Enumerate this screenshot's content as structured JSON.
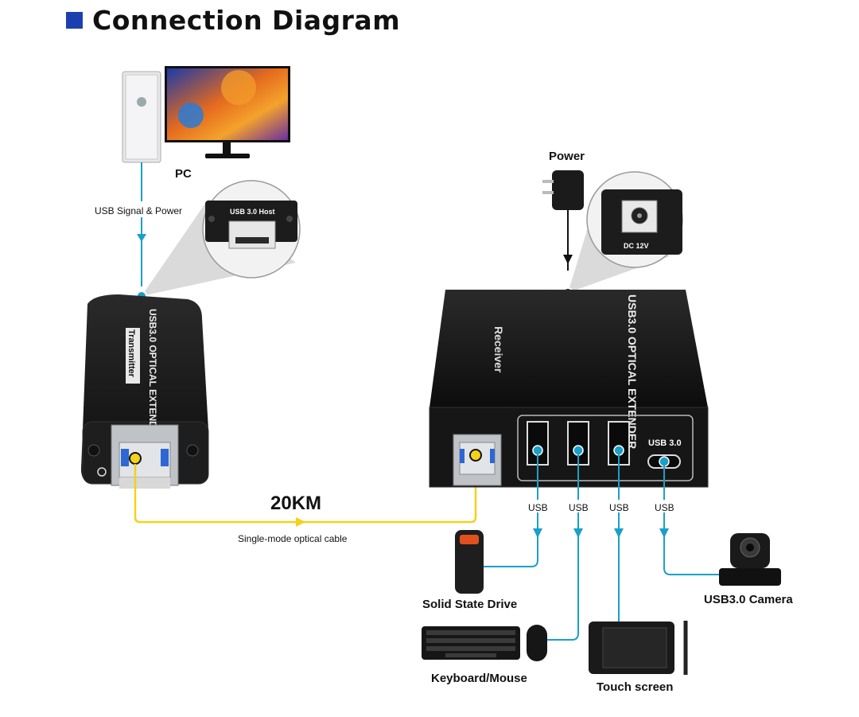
{
  "header": {
    "title": "Connection Diagram",
    "accent_color": "#1c3fb0"
  },
  "pc": {
    "label": "PC",
    "link_label": "USB Signal & Power"
  },
  "transmitter": {
    "model_text": "USB3.0 OPTICAL EXTENDER",
    "role_text": "Transmitter",
    "zoom_label": "USB 3.0 Host"
  },
  "power": {
    "label": "Power",
    "zoom_label": "DC 12V"
  },
  "receiver": {
    "model_text": "USB3.0 OPTICAL EXTENDER",
    "role_text": "Receiver",
    "usb3_label": "USB 3.0"
  },
  "cable": {
    "distance": "20KM",
    "label": "Single-mode optical cable",
    "color": "#f2d21b"
  },
  "usb_ports": [
    {
      "label": "USB",
      "device": "Solid State Drive"
    },
    {
      "label": "USB",
      "device": "Keyboard/Mouse"
    },
    {
      "label": "USB",
      "device": "Touch screen"
    },
    {
      "label": "USB",
      "device": "USB3.0 Camera"
    }
  ],
  "colors": {
    "usb_line": "#1aa0c8",
    "fiber_line": "#f2d21b",
    "device_body": "#1a1a1a"
  }
}
